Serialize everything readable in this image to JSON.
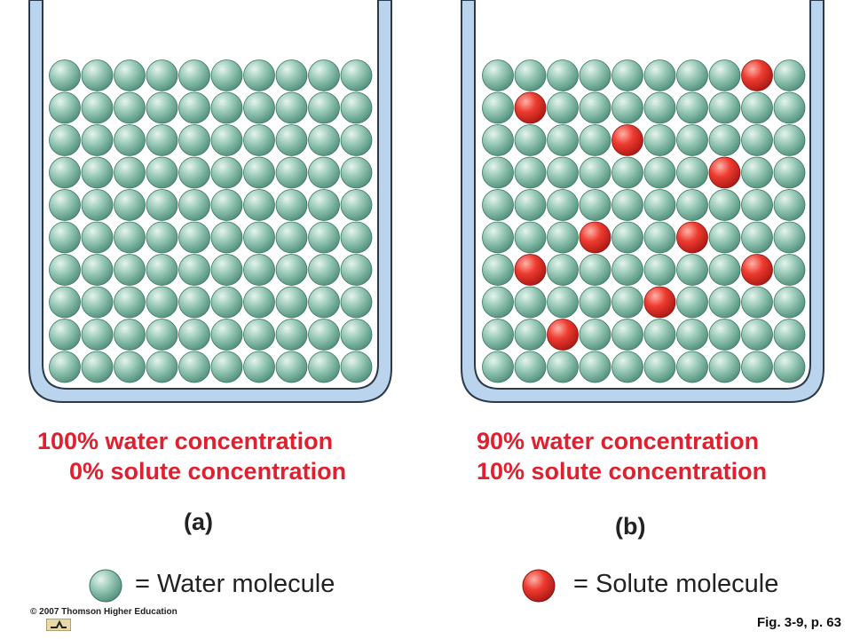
{
  "panels": [
    {
      "label": "(a)",
      "water_line": "100% water concentration",
      "solute_line": "0% solute concentration",
      "solute_fraction": 0.0,
      "grid": {
        "rows": 10,
        "cols": 10
      },
      "solute_cells": []
    },
    {
      "label": "(b)",
      "water_line": "90% water concentration",
      "solute_line": "10% solute concentration",
      "solute_fraction": 0.1,
      "grid": {
        "rows": 10,
        "cols": 10
      },
      "solute_cells": [
        [
          0,
          8
        ],
        [
          1,
          1
        ],
        [
          3,
          7
        ],
        [
          5,
          3
        ],
        [
          5,
          6
        ],
        [
          6,
          1
        ],
        [
          6,
          8
        ],
        [
          7,
          5
        ],
        [
          8,
          2
        ],
        [
          2,
          4
        ]
      ]
    }
  ],
  "legend": {
    "water": "= Water molecule",
    "solute": "= Solute molecule"
  },
  "copyright": "© 2007 Thomson Higher Education",
  "figure_ref": "Fig. 3-9, p. 63",
  "colors": {
    "water": "#8fc4b2",
    "solute": "#e8322c",
    "beaker": "#b9d4ec",
    "beaker_outline": "#2b3a4a",
    "label_red": "#e0202e"
  }
}
